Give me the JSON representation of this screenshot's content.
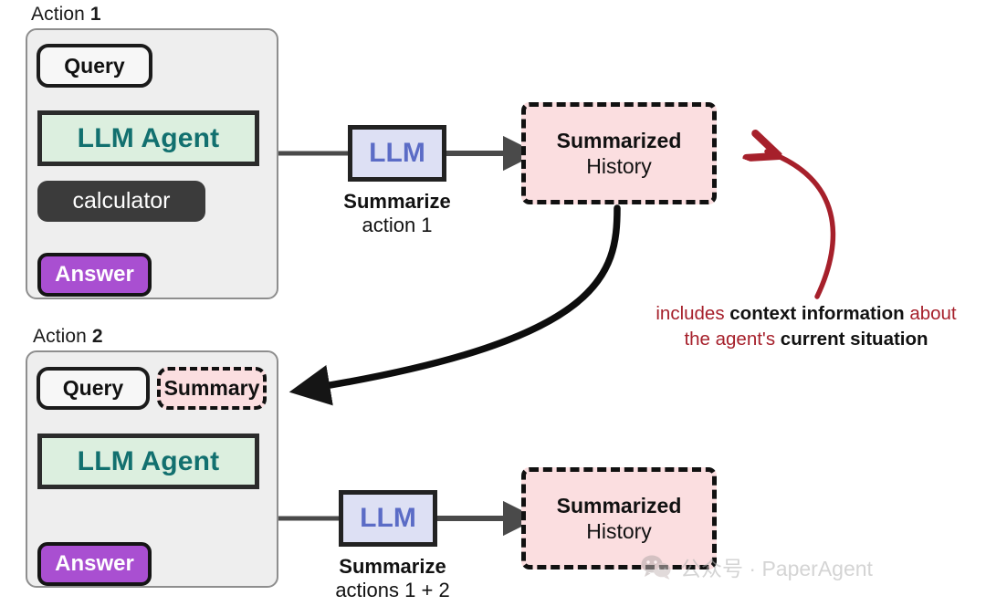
{
  "diagram": {
    "title": "LLM agent history summarization loop",
    "colors": {
      "panel_bg": "#eeeeee",
      "agent_fill": "#dcefdf",
      "agent_text": "#12706f",
      "llm_fill": "#dde0f4",
      "llm_text": "#5b6cc6",
      "answer_fill": "#a94fd1",
      "tool_fill": "#3b3b3b",
      "history_fill": "#fbdee0",
      "annotation_red": "#a6202b",
      "stroke": "#2b2b2b"
    }
  },
  "action1": {
    "label_prefix": "Action ",
    "label_number": "1",
    "query": "Query",
    "agent": "LLM Agent",
    "tool": "calculator",
    "answer": "Answer",
    "llm": "LLM",
    "caption_bold": "Summarize",
    "caption_rest": "action 1",
    "history_line1": "Summarized",
    "history_line2": "History"
  },
  "action2": {
    "label_prefix": "Action ",
    "label_number": "2",
    "query": "Query",
    "summary": "Summary",
    "agent": "LLM Agent",
    "answer": "Answer",
    "llm": "LLM",
    "caption_bold": "Summarize",
    "caption_rest": "actions 1 + 2",
    "history_line1": "Summarized",
    "history_line2": "History"
  },
  "annotation": {
    "line1_part1": "includes ",
    "line1_bold": "context information",
    "line1_part2": " about",
    "line2_part1": "the agent's ",
    "line2_bold": "current situation"
  },
  "watermark": {
    "text": "公众号 · PaperAgent"
  }
}
